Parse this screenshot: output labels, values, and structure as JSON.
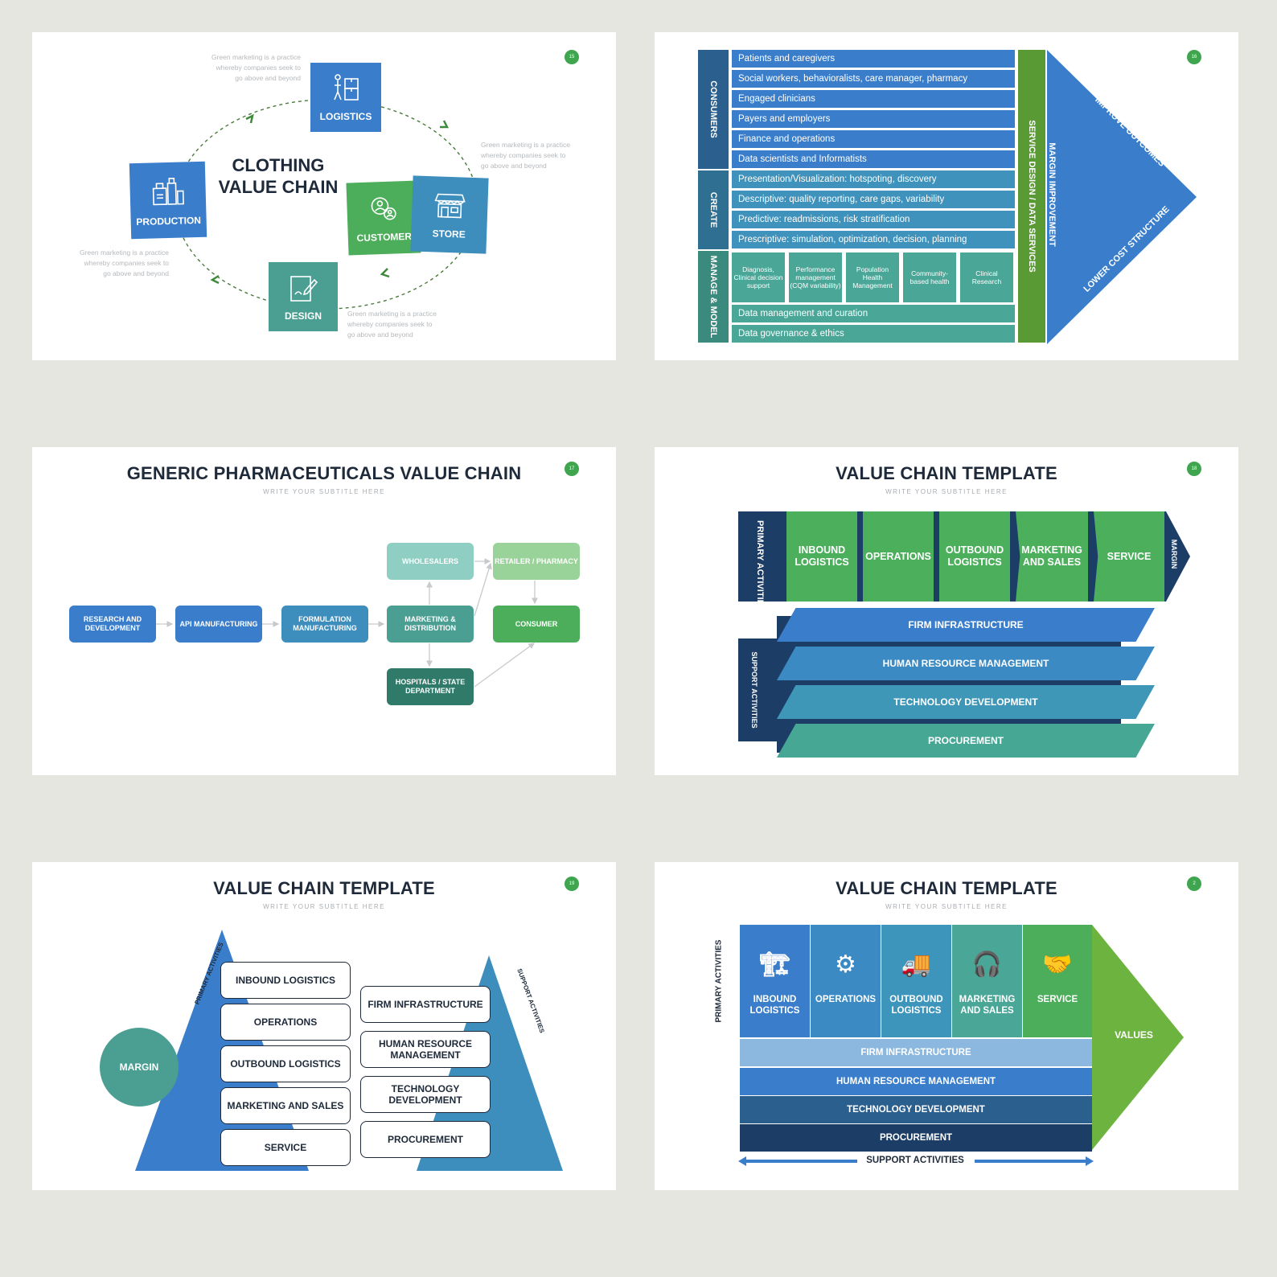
{
  "slides": {
    "s1": {
      "number": "15",
      "title_line1": "CLOTHING",
      "title_line2": "VALUE CHAIN",
      "boxes": {
        "logistics": "LOGISTICS",
        "production": "PRODUCTION",
        "customer": "CUSTOMER",
        "store": "STORE",
        "design": "DESIGN"
      },
      "note_l1": "Green marketing is a practice",
      "note_l2": "whereby companies seek to",
      "note_l3": "go above and beyond",
      "colors": {
        "blue": "#3a7ecb",
        "teal": "#4a9f92",
        "green": "#4cae5a",
        "storeblue": "#3d8dbd"
      }
    },
    "s2": {
      "number": "16",
      "cats": [
        "CONSUMERS",
        "CREATE",
        "MANAGE & MODEL"
      ],
      "rows": [
        "Patients and caregivers",
        "Social workers, behavioralists, care manager, pharmacy",
        "Engaged clinicians",
        "Payers and employers",
        "Finance and operations",
        "Data scientists and Informatists",
        "Presentation/Visualization: hotspoting, discovery",
        "Descriptive: quality reporting, care gaps, variability",
        "Predictive: readmissions, risk stratification",
        "Prescriptive: simulation, optimization, decision, planning"
      ],
      "cells": [
        "Diagnosis, Clinical decision support",
        "Performance management (CQM variability)",
        "Population Health Management",
        "Community-based health",
        "Clinical Research"
      ],
      "rows_bottom": [
        "Data management and curation",
        "Data governance & ethics"
      ],
      "service_bar": "SERVICE DESIGN / DATA SERVICES",
      "margin": "MARGIN IMPROVEMENT",
      "improve": "IMPROVE OUTCOMES",
      "lower": "LOWER COST STRUCTURE"
    },
    "s3": {
      "number": "17",
      "title": "GENERIC PHARMACEUTICALS VALUE CHAIN",
      "subtitle": "WRITE YOUR SUBTITLE HERE",
      "nodes": {
        "rnd": "RESEARCH AND DEVELOPMENT",
        "api": "API MANUFACTURING",
        "form": "FORMULATION MANUFACTURING",
        "mkt": "MARKETING & DISTRIBUTION",
        "whole": "WHOLESALERS",
        "retail": "RETAILER / PHARMACY",
        "consumer": "CONSUMER",
        "hosp": "HOSPITALS / STATE DEPARTMENT"
      }
    },
    "s4": {
      "number": "18",
      "title": "VALUE CHAIN TEMPLATE",
      "subtitle": "WRITE YOUR SUBTITLE HERE",
      "primary_label": "PRIMARY ACTIVITIES",
      "support_label": "SUPPORT ACTIVITIES",
      "margin": "MARGIN",
      "primary": [
        "INBOUND LOGISTICS",
        "OPERATIONS",
        "OUTBOUND LOGISTICS",
        "MARKETING AND SALES",
        "SERVICE"
      ],
      "support": [
        "FIRM INFRASTRUCTURE",
        "HUMAN RESOURCE MANAGEMENT",
        "TECHNOLOGY DEVELOPMENT",
        "PROCUREMENT"
      ]
    },
    "s5": {
      "number": "19",
      "title": "VALUE CHAIN TEMPLATE",
      "subtitle": "WRITE YOUR SUBTITLE HERE",
      "margin": "MARGIN",
      "primary_label": "PRIMARY ACTIVITIES",
      "support_label": "SUPPORT ACTIVITIES",
      "primary": [
        "INBOUND LOGISTICS",
        "OPERATIONS",
        "OUTBOUND LOGISTICS",
        "MARKETING AND SALES",
        "SERVICE"
      ],
      "support": [
        "FIRM INFRASTRUCTURE",
        "HUMAN RESOURCE MANAGEMENT",
        "TECHNOLOGY DEVELOPMENT",
        "PROCUREMENT"
      ]
    },
    "s6": {
      "number": "2",
      "title": "VALUE CHAIN TEMPLATE",
      "subtitle": "WRITE YOUR SUBTITLE HERE",
      "primary_label": "PRIMARY ACTIVITIES",
      "support_label": "SUPPORT ACTIVITIES",
      "values": "VALUES",
      "primary": [
        "INBOUND LOGISTICS",
        "OPERATIONS",
        "OUTBOUND LOGISTICS",
        "MARKETING AND SALES",
        "SERVICE"
      ],
      "support": [
        "FIRM INFRASTRUCTURE",
        "HUMAN RESOURCE MANAGEMENT",
        "TECHNOLOGY DEVELOPMENT",
        "PROCUREMENT"
      ]
    }
  }
}
